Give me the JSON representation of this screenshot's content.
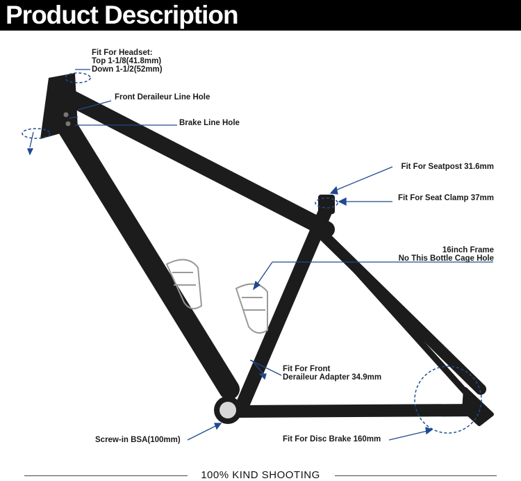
{
  "header": {
    "title": "Product Description"
  },
  "annotations": {
    "headset_line1": "Fit For Headset:",
    "headset_line2": "Top 1-1/8(41.8mm)",
    "headset_line3": "Down 1-1/2(52mm)",
    "front_derailleur_hole": "Front Deraileur Line Hole",
    "brake_line_hole": "Brake Line Hole",
    "seatpost": "Fit For Seatpost 31.6mm",
    "seat_clamp": "Fit For Seat Clamp 37mm",
    "frame_size": "16inch Frame",
    "bottle_cage": "No This Bottle Cage Hole",
    "front_adapter_line1": "Fit For Front",
    "front_adapter_line2": "Deraileur Adapter 34.9mm",
    "bsa": "Screw-in BSA(100mm)",
    "disc_brake": "Fit For Disc  Brake 160mm"
  },
  "footer": {
    "text": "100% KIND SHOOTING"
  },
  "colors": {
    "banner": "#000000",
    "frame": "#1c1c1c",
    "annotation_line": "#1f4a8f"
  }
}
